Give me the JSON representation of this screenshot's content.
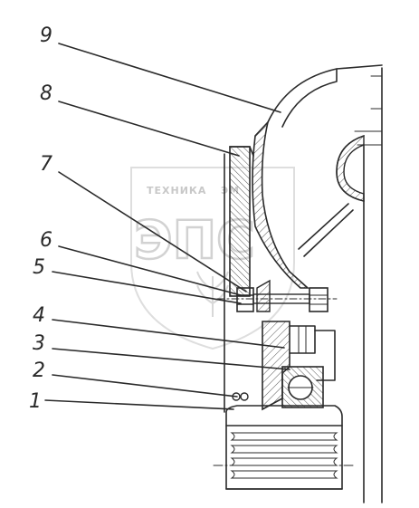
{
  "callouts": [
    {
      "id": "9",
      "label": "9"
    },
    {
      "id": "8",
      "label": "8"
    },
    {
      "id": "7",
      "label": "7"
    },
    {
      "id": "6",
      "label": "6"
    },
    {
      "id": "5",
      "label": "5"
    },
    {
      "id": "4",
      "label": "4"
    },
    {
      "id": "3",
      "label": "3"
    },
    {
      "id": "2",
      "label": "2"
    },
    {
      "id": "1",
      "label": "1"
    }
  ],
  "watermark": {
    "top_text": "ТЕХНИКА",
    "top_text_right": "ЭМ",
    "big_text": "ЭПС"
  }
}
